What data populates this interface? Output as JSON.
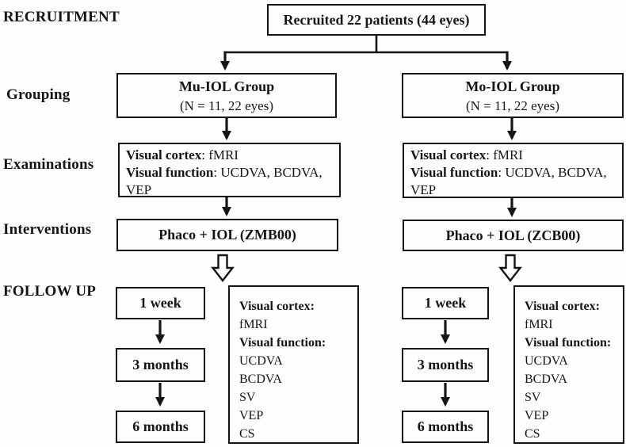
{
  "stages": {
    "recruitment": "RECRUITMENT",
    "grouping": "Grouping",
    "examinations": "Examinations",
    "interventions": "Interventions",
    "follow_up": "FOLLOW UP"
  },
  "recruited": "Recruited 22 patients (44 eyes)",
  "groups": [
    {
      "name": "Mu-IOL Group",
      "size": "(N = 11, 22 eyes)",
      "exam": {
        "cortex_label": "Visual cortex",
        "cortex_value": ": fMRI",
        "function_label": "Visual function",
        "function_value": ": UCDVA, BCDVA, VEP"
      },
      "intervention": "Phaco + IOL (ZMB00)",
      "followup": [
        "1 week",
        "3 months",
        "6 months"
      ],
      "tests": [
        "Visual cortex:",
        "fMRI",
        "Visual function:",
        "UCDVA",
        "BCDVA",
        "SV",
        "VEP",
        "CS"
      ]
    },
    {
      "name": "Mo-IOL Group",
      "size": "(N = 11, 22 eyes)",
      "exam": {
        "cortex_label": "Visual cortex",
        "cortex_value": ": fMRI",
        "function_label": "Visual function",
        "function_value": ": UCDVA, BCDVA, VEP"
      },
      "intervention": "Phaco + IOL (ZCB00)",
      "followup": [
        "1 week",
        "3 months",
        "6 months"
      ],
      "tests": [
        "Visual cortex:",
        "fMRI",
        "Visual function:",
        "UCDVA",
        "BCDVA",
        "SV",
        "VEP",
        "CS"
      ]
    }
  ]
}
